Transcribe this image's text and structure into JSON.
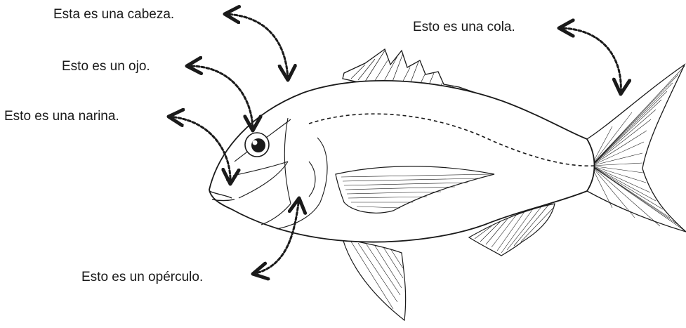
{
  "labels": {
    "head": "Esta es una cabeza.",
    "eye": "Esto es un ojo.",
    "nostril": "Esto es una narina.",
    "operculum": "Esto es un opérculo.",
    "tail": "Esto es una cola."
  },
  "colors": {
    "ink": "#1a1a1a",
    "background": "#ffffff"
  }
}
